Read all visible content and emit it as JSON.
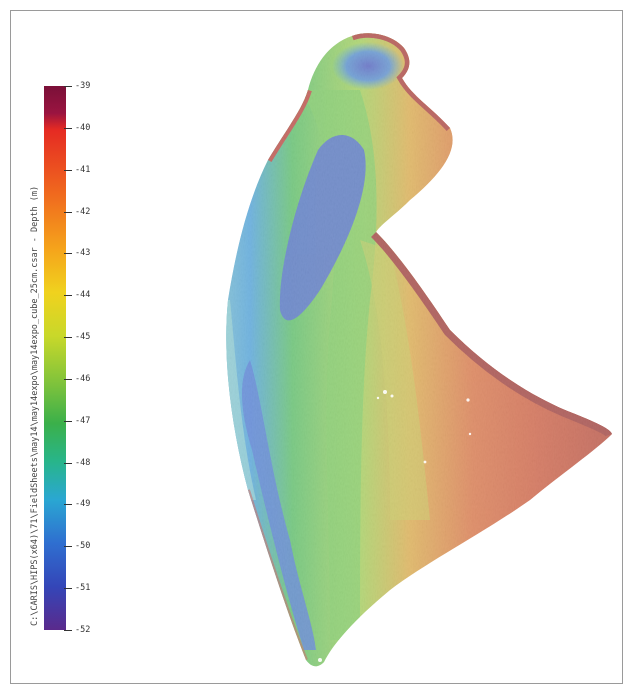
{
  "figure": {
    "colorbar_title": "C:\\CARIS\\HIPS(x64)\\71\\FieldSheets\\may14\\may14expo\\may14expo_cube_25cm.csar - Depth (m)",
    "ticks": [
      "-39",
      "-40",
      "-41",
      "-42",
      "-43",
      "-44",
      "-45",
      "-46",
      "-47",
      "-48",
      "-49",
      "-50",
      "-51",
      "-52"
    ],
    "colormap": [
      "#7a1038",
      "#b0173a",
      "#e52a23",
      "#f06a1e",
      "#f5a41b",
      "#f0d21e",
      "#c8d82a",
      "#7cc23c",
      "#3bb04a",
      "#28b58a",
      "#2aa7d2",
      "#2f6fd0",
      "#3446b8",
      "#4a2a9a",
      "#5a2a8c"
    ]
  }
}
